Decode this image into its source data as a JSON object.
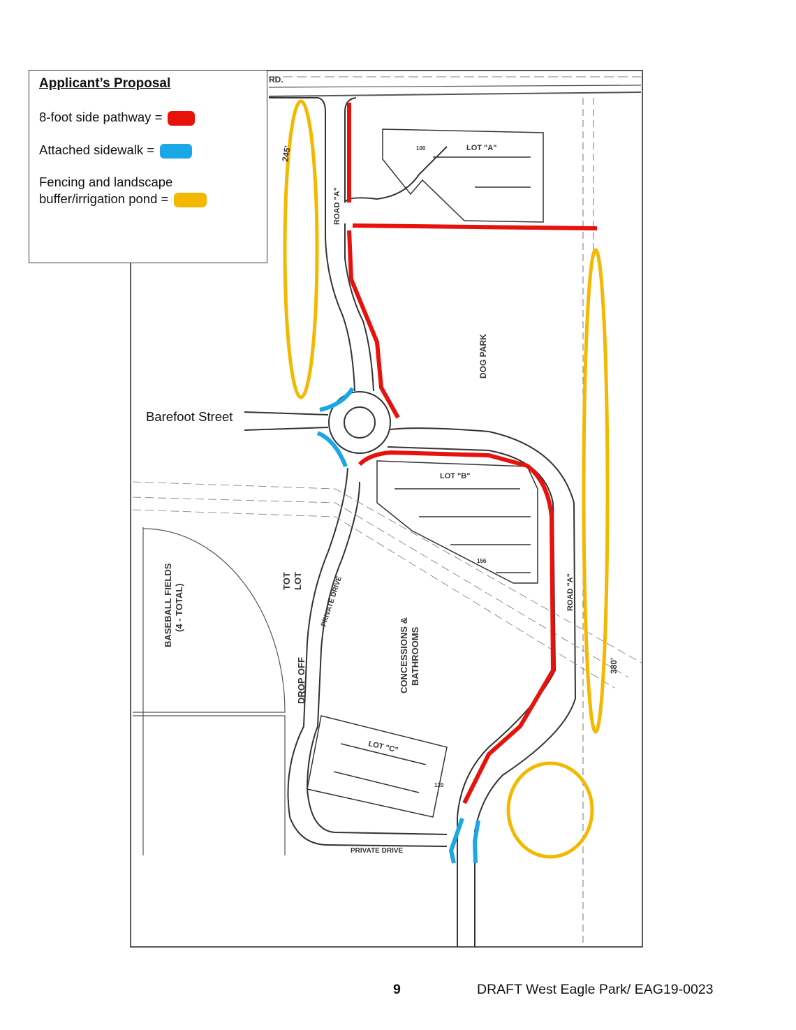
{
  "legend": {
    "title": "Applicant’s Proposal",
    "items": [
      {
        "label": "8-foot side pathway =",
        "color": "#e8120c"
      },
      {
        "label": "Attached sidewalk =",
        "color": "#1aa7e6"
      },
      {
        "label_line1": "Fencing and landscape",
        "label": "buffer/irrigation pond =",
        "color": "#f5b800"
      }
    ]
  },
  "map": {
    "street_label": "Barefoot Street",
    "labels": {
      "rd": "RD.",
      "road_a_north": "ROAD \"A\"",
      "road_a_east": "ROAD \"A\"",
      "lot_a": "LOT \"A\"",
      "lot_a_count": "100",
      "lot_b": "LOT \"B\"",
      "lot_b_count": "156",
      "lot_c": "LOT \"C\"",
      "lot_c_count": "120",
      "dog_park": "DOG PARK",
      "baseball_1": "BASEBALL FIELDS",
      "baseball_2": "(4 - TOTAL)",
      "tot": "TOT",
      "lot": "LOT",
      "private_drive_1": "PRIVATE DRIVE",
      "private_drive_2": "PRIVATE DRIVE",
      "drop_off": "DROP OFF",
      "concessions_1": "CONCESSIONS &",
      "concessions_2": "BATHROOMS",
      "dim_245": "245'",
      "dim_380": "380'"
    }
  },
  "footer": {
    "page_number": "9",
    "document_title": "DRAFT West Eagle Park/ EAG19-0023"
  }
}
